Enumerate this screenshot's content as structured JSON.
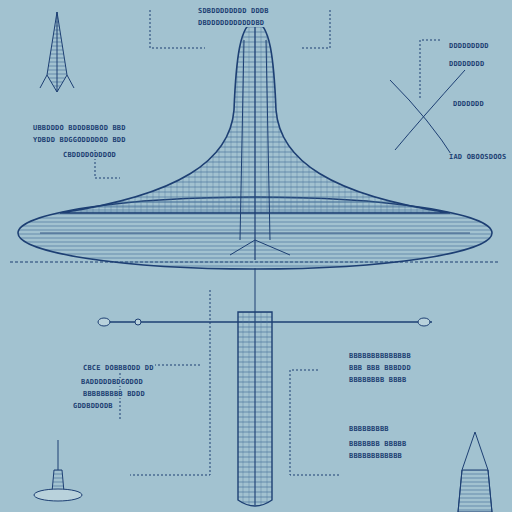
{
  "diagram": {
    "labels": [
      "SDBDDDDDDDD DDDB",
      "DBDDDDDDDDDDDBD",
      "UBBDDDO BDDDBDBOD BBD",
      "YDBDD BDGGODDDDOD BDD",
      "CBDDDDODDDOD",
      "DDDDDDDDD",
      "DDDDDDDD",
      "DDDDDDD",
      "IAD OBOOSDOOS",
      "CBCE DOBBBODD DD",
      "BADDDDDBDGODOD",
      "BBBBBBBBB BDDD",
      "GDDBDDODB",
      "BBBBBBBBBBBBBB",
      "BBB BBB BBBDDD",
      "BBBBBBBB BBBB",
      "BBBBBBBBB",
      "BBBBBBB BBBBB",
      "BBBBBBBBBBBB"
    ]
  }
}
